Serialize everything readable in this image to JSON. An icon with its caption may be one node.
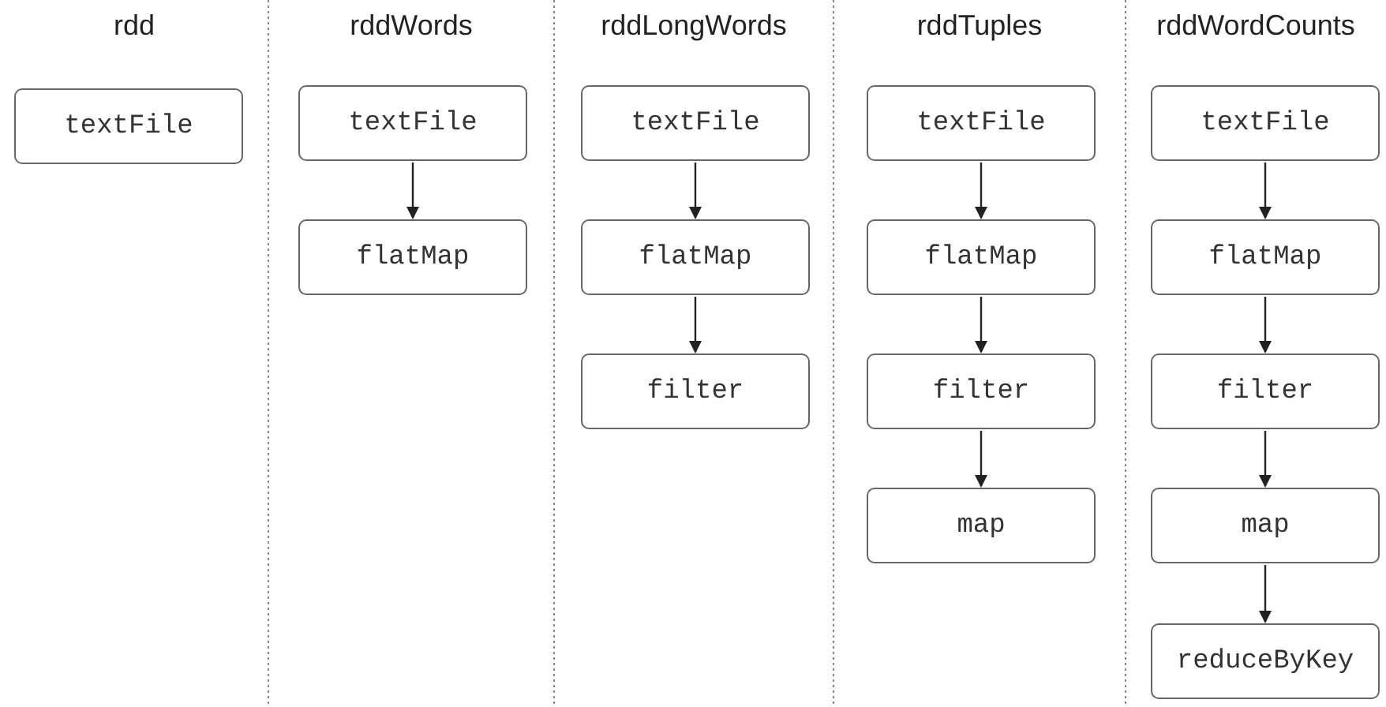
{
  "diagram": {
    "nodes": [
      {
        "text": [
          "textFile"
        ]
      },
      {
        "text": [
          "textFile"
        ]
      },
      {
        "text": [
          "flatMap"
        ]
      },
      {
        "text": [
          "textFile"
        ]
      },
      {
        "text": [
          "flatMap"
        ]
      },
      {
        "text": [
          "filter"
        ]
      },
      {
        "text": [
          "textFile"
        ]
      },
      {
        "text": [
          "flatMap"
        ]
      },
      {
        "text": [
          "filter"
        ]
      },
      {
        "text": [
          "map"
        ]
      },
      {
        "text": [
          "textFile"
        ]
      },
      {
        "text": [
          "flatMap"
        ]
      },
      {
        "text": [
          "filter"
        ]
      },
      {
        "text": [
          "map"
        ]
      },
      {
        "text": [
          "reduceByKey"
        ]
      }
    ],
    "edges": [
      {
        "from": 1,
        "to": 2,
        "arrow": "to"
      },
      {
        "from": 3,
        "to": 4,
        "arrow": "to"
      },
      {
        "from": 4,
        "to": 5,
        "arrow": "to"
      },
      {
        "from": 6,
        "to": 7,
        "arrow": "to"
      },
      {
        "from": 7,
        "to": 8,
        "arrow": "to"
      },
      {
        "from": 8,
        "to": 9,
        "arrow": "to"
      },
      {
        "from": 10,
        "to": 11,
        "arrow": "to"
      },
      {
        "from": 11,
        "to": 12,
        "arrow": "to"
      },
      {
        "from": 12,
        "to": 13,
        "arrow": "to"
      },
      {
        "from": 13,
        "to": 14,
        "arrow": "to"
      }
    ],
    "labels": [
      "rdd",
      "rddWords",
      "rddLongWords",
      "rddTuples",
      "rddWordCounts"
    ]
  }
}
